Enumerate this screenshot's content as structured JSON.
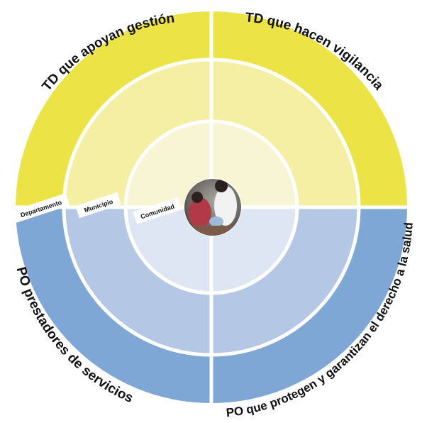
{
  "quadrants": {
    "top_left": {
      "label": "TD que apoyan gestión"
    },
    "top_right": {
      "label": "TD que hacen vigilancia"
    },
    "bottom_left": {
      "label": "PO prestadores de servicios"
    },
    "bottom_right": {
      "label": "PO que protegen y garantizan el derecho a la salud"
    }
  },
  "levels": {
    "outer": "Departamento",
    "middle": "Municipio",
    "inner": "Comunidad"
  },
  "colors": {
    "yellow_outer": "#ECE446",
    "yellow_middle": "#F4EFA2",
    "yellow_inner": "#F8F5D4",
    "blue_outer": "#7FA7D6",
    "blue_middle": "#B4C8E6",
    "blue_inner": "#DEE6F3",
    "separator": "#ffffff"
  },
  "center": {
    "content": "photo of health worker attending mother and child"
  }
}
